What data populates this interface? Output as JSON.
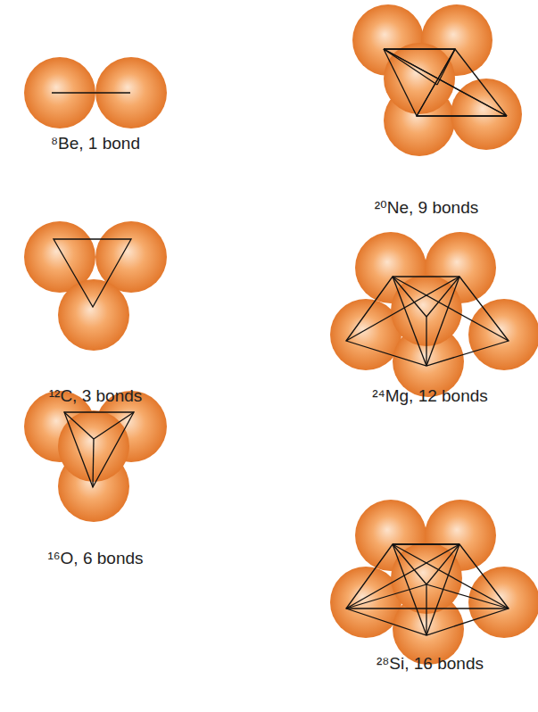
{
  "diagram": {
    "labels": [
      "⁸Be, 1 bond",
      "¹²C, 3 bonds",
      "¹⁶O, 6 bonds",
      "²⁰Ne, 9 bonds",
      "²⁴Mg, 12 bonds",
      "²⁸Si, 16 bonds"
    ]
  }
}
